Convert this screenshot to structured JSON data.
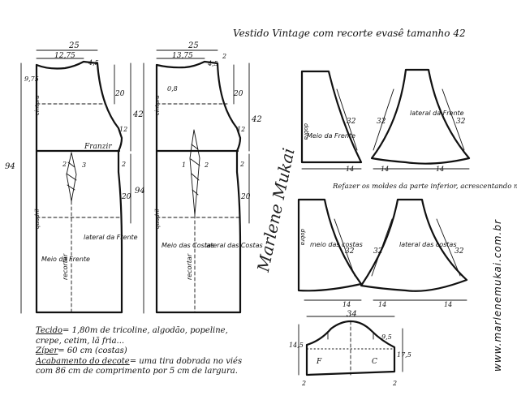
{
  "title": "Vestido Vintage com recorte evasê tamanho 42",
  "watermark": "www.marlenemukai.com.br",
  "signature": "Marlene Mukai",
  "front_bodice": {
    "width": "25",
    "neck_width": "12,75",
    "shoulder_drop": "4,5",
    "neck_depth": "9,75",
    "armhole_depth": "20",
    "side_seam": "42",
    "side_mark": "12",
    "waist_in": "2",
    "dart_a": "2",
    "dart_b": "3",
    "skirt_side": "20",
    "total_length": "94",
    "waist_label": "cintura",
    "hip_label": "quadril",
    "gather_label": "Franzir"
  },
  "back_bodice": {
    "width": "25",
    "neck_width": "13,75",
    "shoulder_drop": "4,5",
    "neck_small": "2",
    "neck_depth": "0,8",
    "armhole_depth": "20",
    "side_seam": "42",
    "side_mark": "12",
    "waist_in": "2",
    "dart_a": "1",
    "dart_b": "2",
    "skirt_side": "20",
    "total_length": "94",
    "waist_label": "cintura",
    "hip_label": "quadril"
  },
  "front_skirt_labels": {
    "cut": "recortar",
    "center": "Meio da Frente",
    "side": "lateral da Frente"
  },
  "back_skirt_labels": {
    "cut": "recortar",
    "center": "Meio das Costas",
    "side": "lateral das Costas"
  },
  "front_panels": {
    "center_label": "Meio da Frente",
    "side_label": "lateral da Frente",
    "fold_label": "dobra",
    "length": "32",
    "flare": "14"
  },
  "back_panels": {
    "center_label": "meio das costas",
    "side_label": "lateral das costas",
    "fold_label": "dobra",
    "length": "32",
    "flare": "14"
  },
  "note": "Refazer os moldes da parte inferior, acrescentando nas laterais.",
  "sleeve": {
    "width": "34",
    "cap": "14,5",
    "side_a": "17,5",
    "side_b": "9,5",
    "front_mark": "F",
    "back_mark": "C",
    "bottom_a": "2",
    "bottom_b": "2"
  },
  "instructions": {
    "fabric_key": "Tecido",
    "fabric_text": "= 1,80m de tricoline, algodão, popeline,",
    "fabric_text2": "crepe, cetim, lã fria...",
    "zipper_key": "Zíper",
    "zipper_text": "= 60 cm (costas)",
    "finish_key": "Acabamento do decote",
    "finish_text": "= uma tira dobrada no viés",
    "finish_text2": "com 86 cm de comprimento por 5 cm de largura."
  }
}
